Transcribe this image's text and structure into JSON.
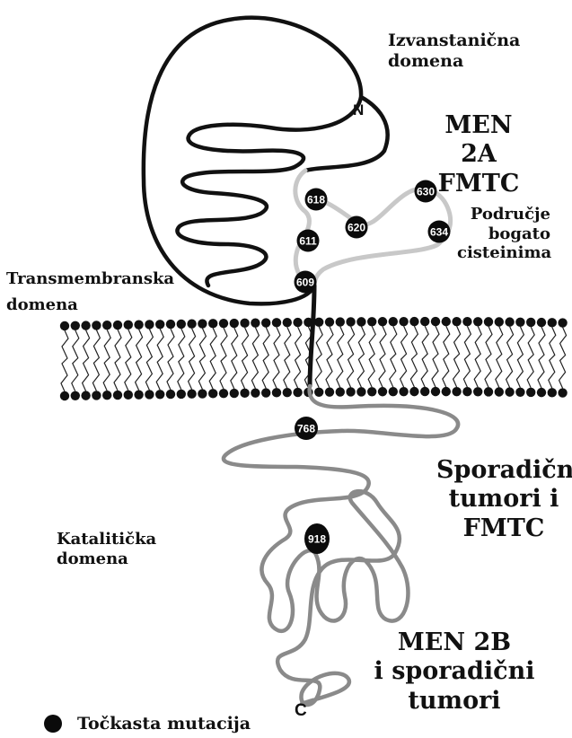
{
  "labels": {
    "extracellular": "Izvanstanična\ndomena",
    "men2a": "MEN 2A\nFMTC",
    "cysteine_rich": "Područje\nbogato\ncisteinima",
    "transmembrane_1": "Transmembranska",
    "transmembrane_2": "domena",
    "catalytic": "Katalitička\ndomena",
    "sporadic": "Sporadični\ntumori i\nFMTC",
    "men2b": "MEN 2B\ni sporadični\ntumori",
    "legend": "Točkasta mutacija",
    "n_terminus": "N",
    "c_terminus": "C"
  },
  "mutations": [
    "618",
    "620",
    "630",
    "611",
    "634",
    "609",
    "768",
    "918"
  ],
  "colors": {
    "protein_line": "#111111",
    "cysteine_region": "#c8c8c8",
    "intracellular_line": "#8a8a8a",
    "mutation_dot": "#0b0b0b"
  }
}
